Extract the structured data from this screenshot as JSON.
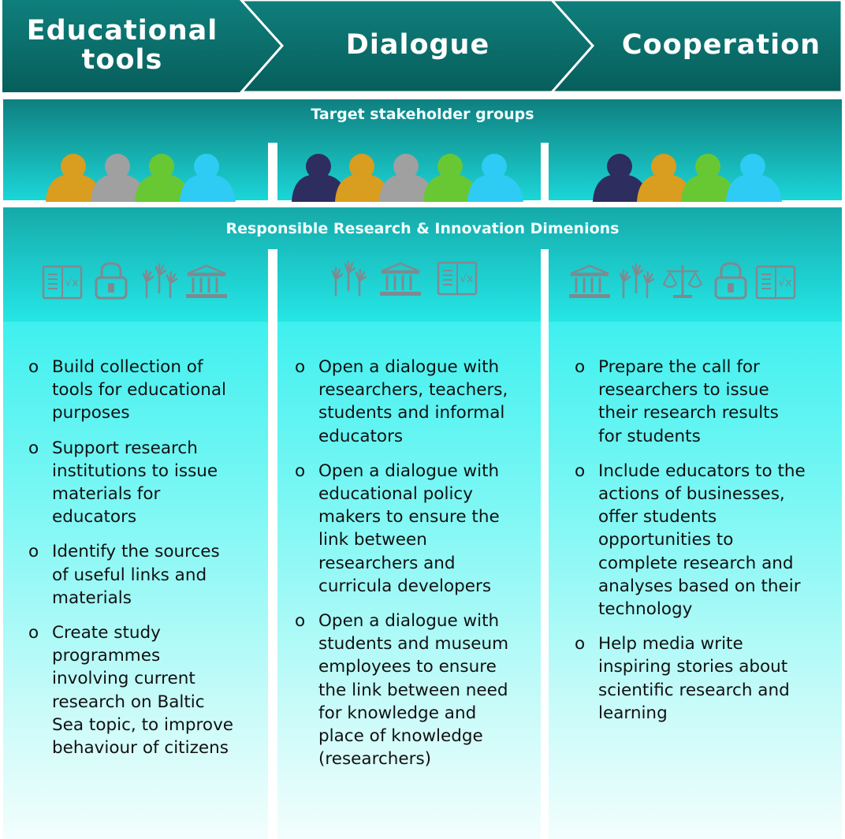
{
  "phases": [
    "Educational\ntools",
    "Dialogue",
    "Cooperation"
  ],
  "stakeholders_title": "Target stakeholder groups",
  "rri_title": "Responsible Research & Innovation Dimenions",
  "colors": {
    "teal_dark": "#0b6b69",
    "teal_band": "#15a6a6",
    "cyan_light": "#7cf7f4",
    "person_navy": "#2d2d5f",
    "person_gold": "#d99d1f",
    "person_gray": "#a0a0a0",
    "person_green": "#68c834",
    "person_blue": "#2ecbf4",
    "icon_gray": "#7f8a90"
  },
  "stakeholder_groups": [
    [
      "gold",
      "gray",
      "green",
      "blue"
    ],
    [
      "navy",
      "gold",
      "gray",
      "green",
      "blue"
    ],
    [
      "navy",
      "gold",
      "green",
      "blue"
    ]
  ],
  "rri_icons": [
    [
      "book-math-icon",
      "padlock-icon",
      "raised-hands-icon",
      "institution-icon"
    ],
    [
      "raised-hands-icon",
      "institution-icon",
      "book-math-icon"
    ],
    [
      "institution-icon",
      "raised-hands-icon",
      "scales-icon",
      "padlock-icon",
      "book-math-icon"
    ]
  ],
  "bullet_marker": "o",
  "columns": [
    {
      "items": [
        [
          "Build collection of",
          "tools for educational",
          "purposes"
        ],
        [
          "Support research",
          "institutions to issue",
          "materials for",
          "educators"
        ],
        [
          "Identify the sources",
          "of useful links and",
          "materials"
        ],
        [
          "Create study",
          "programmes",
          "involving current",
          "research on Baltic",
          "Sea topic, to improve",
          "behaviour of citizens"
        ]
      ]
    },
    {
      "items": [
        [
          "Open a dialogue with",
          "researchers, teachers,",
          "students and informal",
          "educators"
        ],
        [
          "Open a dialogue with",
          "educational policy",
          "makers to ensure the",
          "link between",
          "researchers and",
          "curricula developers"
        ],
        [
          "Open a dialogue with",
          "students and museum",
          "employees to ensure",
          "the link between need",
          "for knowledge and",
          "place of knowledge",
          "(researchers)"
        ]
      ]
    },
    {
      "items": [
        [
          "Prepare the call for",
          "researchers to issue",
          "their research results",
          "for students"
        ],
        [
          "Include educators to the",
          "actions of businesses,",
          "offer students",
          "opportunities to",
          "complete research and",
          "analyses based on their",
          "technology"
        ],
        [
          "Help media write",
          "inspiring stories about",
          "scientific research and",
          "learning"
        ]
      ]
    }
  ]
}
